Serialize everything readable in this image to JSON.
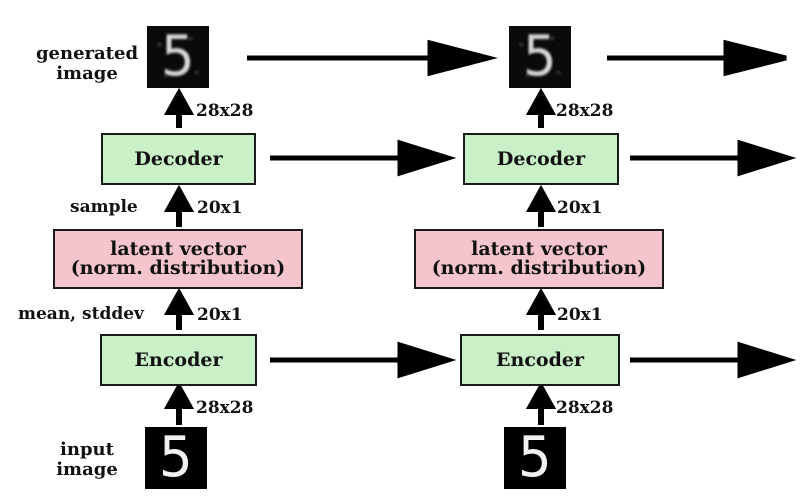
{
  "labels": {
    "generated_image": "generated\nimage",
    "input_image": "input\nimage",
    "sample": "sample",
    "mean_stddev": "mean, stddev"
  },
  "columns": [
    {
      "output_dim": "28x28",
      "decoder": "Decoder",
      "sample_dim": "20x1",
      "latent_line1": "latent vector",
      "latent_line2": "(norm. distribution)",
      "encoder_out_dim": "20x1",
      "encoder": "Encoder",
      "input_dim": "28x28",
      "input_digit": "5",
      "generated_digit": "5"
    },
    {
      "output_dim": "28x28",
      "decoder": "Decoder",
      "sample_dim": "20x1",
      "latent_line1": "latent vector",
      "latent_line2": "(norm. distribution)",
      "encoder_out_dim": "20x1",
      "encoder": "Encoder",
      "input_dim": "28x28",
      "input_digit": "5",
      "generated_digit": "5"
    }
  ],
  "colors": {
    "decoder_encoder_fill": "#c9f0c7",
    "latent_fill": "#f4c5cc",
    "arrow": "#000000"
  }
}
